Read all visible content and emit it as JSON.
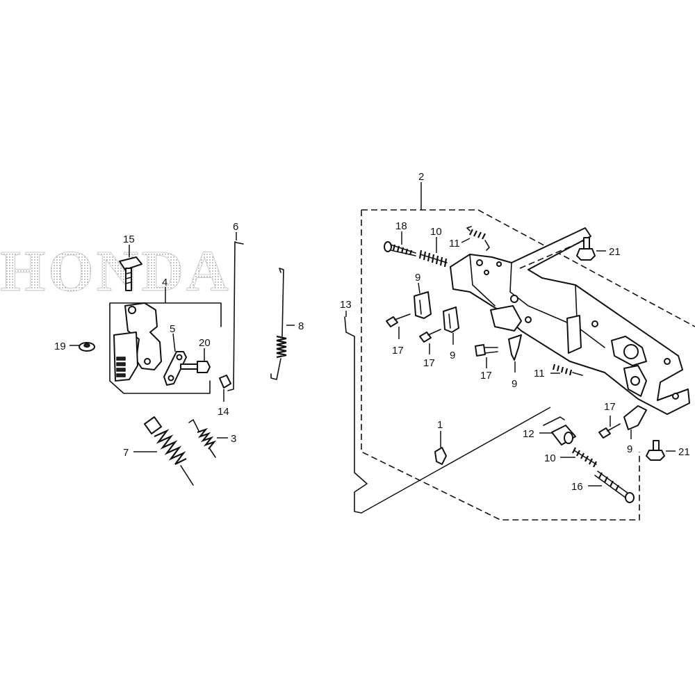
{
  "logo": {
    "text": "HONDA"
  },
  "callouts": [
    {
      "id": "c2",
      "text": "2"
    },
    {
      "id": "c4",
      "text": "4"
    },
    {
      "id": "c15",
      "text": "15"
    },
    {
      "id": "c6",
      "text": "6"
    },
    {
      "id": "c8",
      "text": "8"
    },
    {
      "id": "c5",
      "text": "5"
    },
    {
      "id": "c20",
      "text": "20"
    },
    {
      "id": "c19",
      "text": "19"
    },
    {
      "id": "c14",
      "text": "14"
    },
    {
      "id": "c3",
      "text": "3"
    },
    {
      "id": "c7",
      "text": "7"
    },
    {
      "id": "c13",
      "text": "13"
    },
    {
      "id": "c18",
      "text": "18"
    },
    {
      "id": "c10a",
      "text": "10"
    },
    {
      "id": "c11a",
      "text": "11"
    },
    {
      "id": "c21a",
      "text": "21"
    },
    {
      "id": "c9a",
      "text": "9"
    },
    {
      "id": "c17a",
      "text": "17"
    },
    {
      "id": "c17b",
      "text": "17"
    },
    {
      "id": "c9b",
      "text": "9"
    },
    {
      "id": "c17c",
      "text": "17"
    },
    {
      "id": "c9c",
      "text": "9"
    },
    {
      "id": "c11b",
      "text": "11"
    },
    {
      "id": "c17d",
      "text": "17"
    },
    {
      "id": "c9d",
      "text": "9"
    },
    {
      "id": "c21b",
      "text": "21"
    },
    {
      "id": "c1",
      "text": "1"
    },
    {
      "id": "c12",
      "text": "12"
    },
    {
      "id": "c10b",
      "text": "10"
    },
    {
      "id": "c16",
      "text": "16"
    }
  ]
}
